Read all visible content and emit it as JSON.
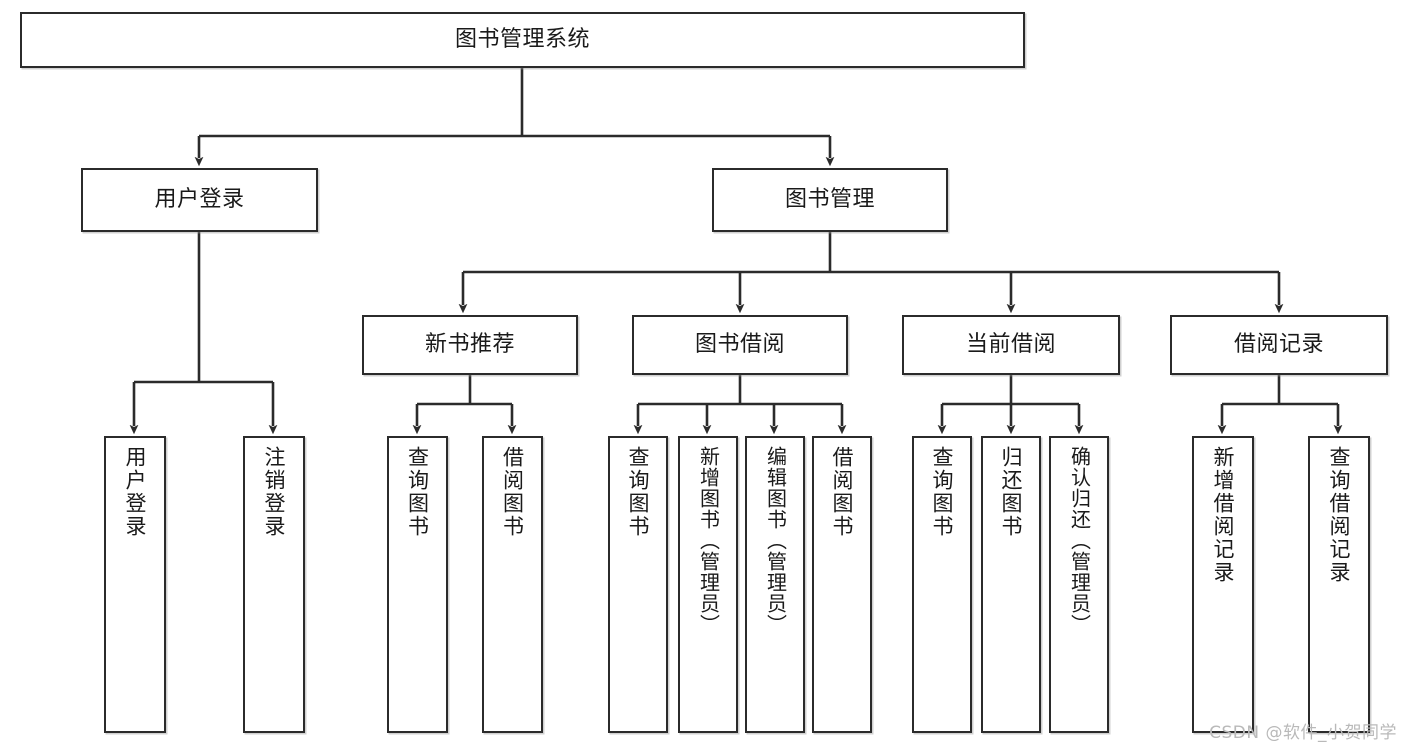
{
  "diagram": {
    "type": "tree-hierarchy-chart",
    "title": "图书管理系统",
    "line_color": "#2b2b2b",
    "box_fill": "#ffffff",
    "text_color": "#1a1a1a",
    "nodes": {
      "root": {
        "label": "图书管理系统"
      },
      "level2": [
        {
          "label": "用户登录"
        },
        {
          "label": "图书管理"
        }
      ],
      "level3": [
        {
          "label": "新书推荐"
        },
        {
          "label": "图书借阅"
        },
        {
          "label": "当前借阅"
        },
        {
          "label": "借阅记录"
        }
      ],
      "leaves": {
        "user_login": [
          {
            "label": "用户登录"
          },
          {
            "label": "注销登录"
          }
        ],
        "new_book_recommend": [
          {
            "label": "查询图书"
          },
          {
            "label": "借阅图书"
          }
        ],
        "book_borrow": [
          {
            "label": "查询图书"
          },
          {
            "label": "新增图书（管理员）"
          },
          {
            "label": "编辑图书（管理员）"
          },
          {
            "label": "借阅图书"
          }
        ],
        "current_borrow": [
          {
            "label": "查询图书"
          },
          {
            "label": "归还图书"
          },
          {
            "label": "确认归还（管理员）"
          }
        ],
        "borrow_record": [
          {
            "label": "新增借阅记录"
          },
          {
            "label": "查询借阅记录"
          }
        ]
      }
    }
  },
  "watermark": {
    "text": "CSDN @软件_小贺同学"
  }
}
